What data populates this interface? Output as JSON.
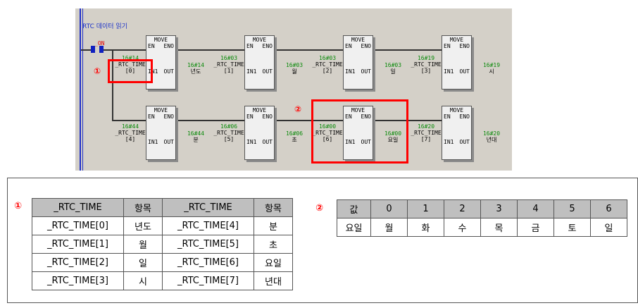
{
  "ladder": {
    "title": "RTC 데이터 읽기",
    "contact_label": "_ON",
    "block_name": "MOVE",
    "pin_en": "EN",
    "pin_eno": "ENO",
    "pin_in1": "IN1",
    "pin_out": "OUT",
    "marker1": "①",
    "marker2": "②",
    "row1": [
      {
        "in_val": "16#14",
        "in_name": "_RTC_TIME",
        "in_idx": "[0]",
        "out_val": "16#14",
        "out_name": "년도"
      },
      {
        "in_val": "16#03",
        "in_name": "_RTC_TIME",
        "in_idx": "[1]",
        "out_val": "16#03",
        "out_name": "월"
      },
      {
        "in_val": "16#03",
        "in_name": "_RTC_TIME",
        "in_idx": "[2]",
        "out_val": "16#03",
        "out_name": "일"
      },
      {
        "in_val": "16#19",
        "in_name": "_RTC_TIME",
        "in_idx": "[3]",
        "out_val": "16#19",
        "out_name": "시"
      }
    ],
    "row2": [
      {
        "in_val": "16#44",
        "in_name": "_RTC_TIME",
        "in_idx": "[4]",
        "out_val": "16#44",
        "out_name": "분"
      },
      {
        "in_val": "16#06",
        "in_name": "_RTC_TIME",
        "in_idx": "[5]",
        "out_val": "16#06",
        "out_name": "초"
      },
      {
        "in_val": "16#00",
        "in_name": "_RTC_TIME",
        "in_idx": "[6]",
        "out_val": "16#00",
        "out_name": "요일"
      },
      {
        "in_val": "16#20",
        "in_name": "_RTC_TIME",
        "in_idx": "[7]",
        "out_val": "16#20",
        "out_name": "년대"
      }
    ]
  },
  "table1": {
    "marker": "①",
    "headers": [
      "_RTC_TIME",
      "항목",
      "_RTC_TIME",
      "항목"
    ],
    "rows": [
      [
        "_RTC_TIME[0]",
        "년도",
        "_RTC_TIME[4]",
        "분"
      ],
      [
        "_RTC_TIME[1]",
        "월",
        "_RTC_TIME[5]",
        "초"
      ],
      [
        "_RTC_TIME[2]",
        "일",
        "_RTC_TIME[6]",
        "요일"
      ],
      [
        "_RTC_TIME[3]",
        "시",
        "_RTC_TIME[7]",
        "년대"
      ]
    ]
  },
  "table2": {
    "marker": "②",
    "headers": [
      "값",
      "0",
      "1",
      "2",
      "3",
      "4",
      "5",
      "6"
    ],
    "row": [
      "요일",
      "월",
      "화",
      "수",
      "목",
      "금",
      "토",
      "일"
    ]
  }
}
